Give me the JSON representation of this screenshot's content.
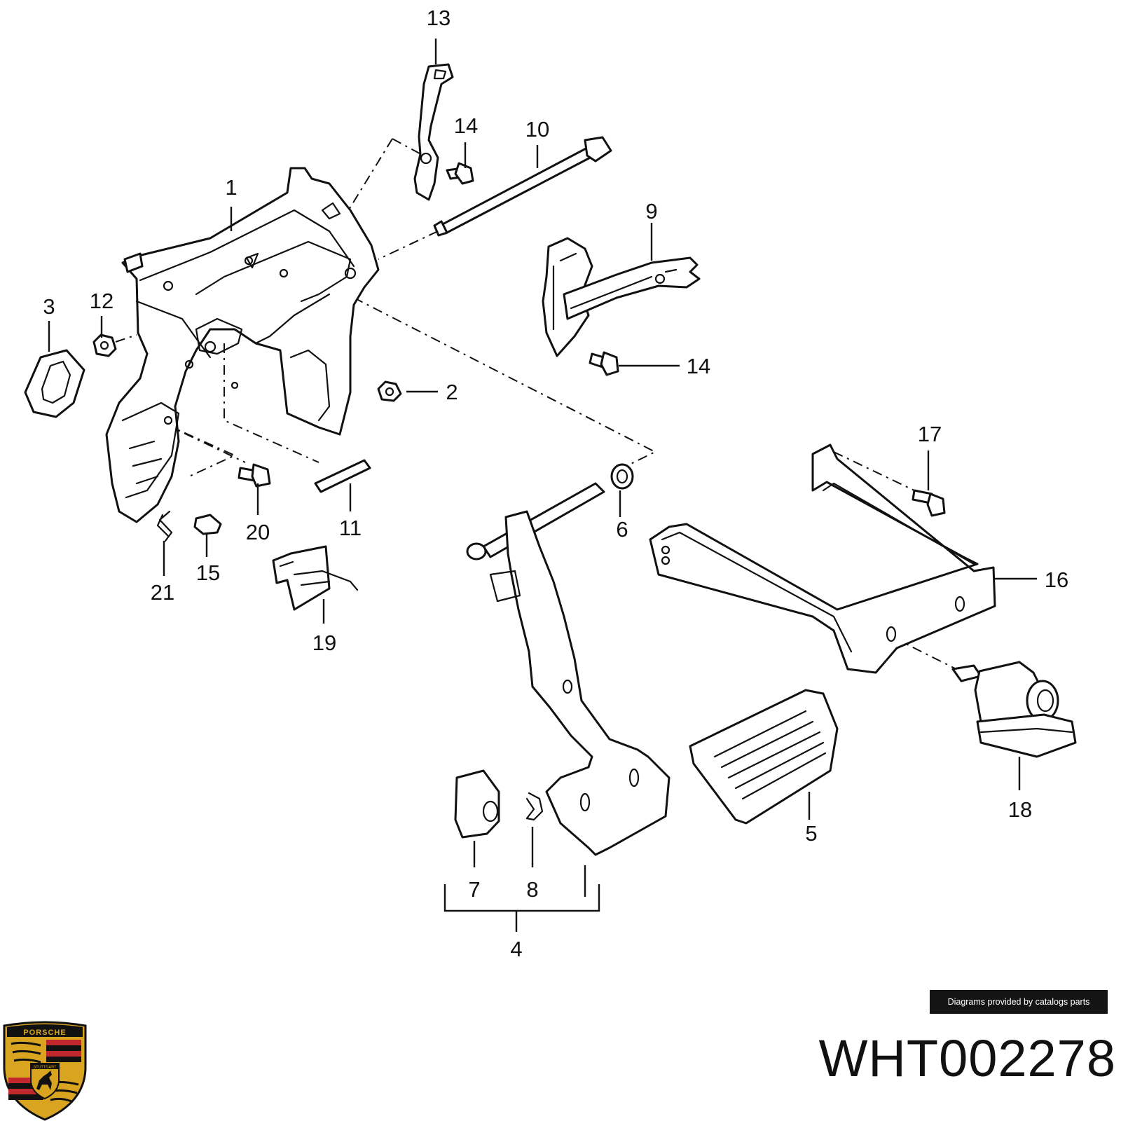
{
  "callouts": [
    "1",
    "2",
    "3",
    "4",
    "5",
    "6",
    "7",
    "8",
    "9",
    "10",
    "11",
    "12",
    "13",
    "14",
    "14",
    "15",
    "16",
    "17",
    "18",
    "19",
    "20",
    "21"
  ],
  "footer": {
    "credit": "Diagrams provided by catalogs parts",
    "part_number": "WHT002278"
  },
  "logo": {
    "wordmark": "PORSCHE",
    "city": "STUTTGART",
    "colors": {
      "gold": "#d9a520",
      "red": "#c0282d",
      "black": "#111111"
    }
  }
}
